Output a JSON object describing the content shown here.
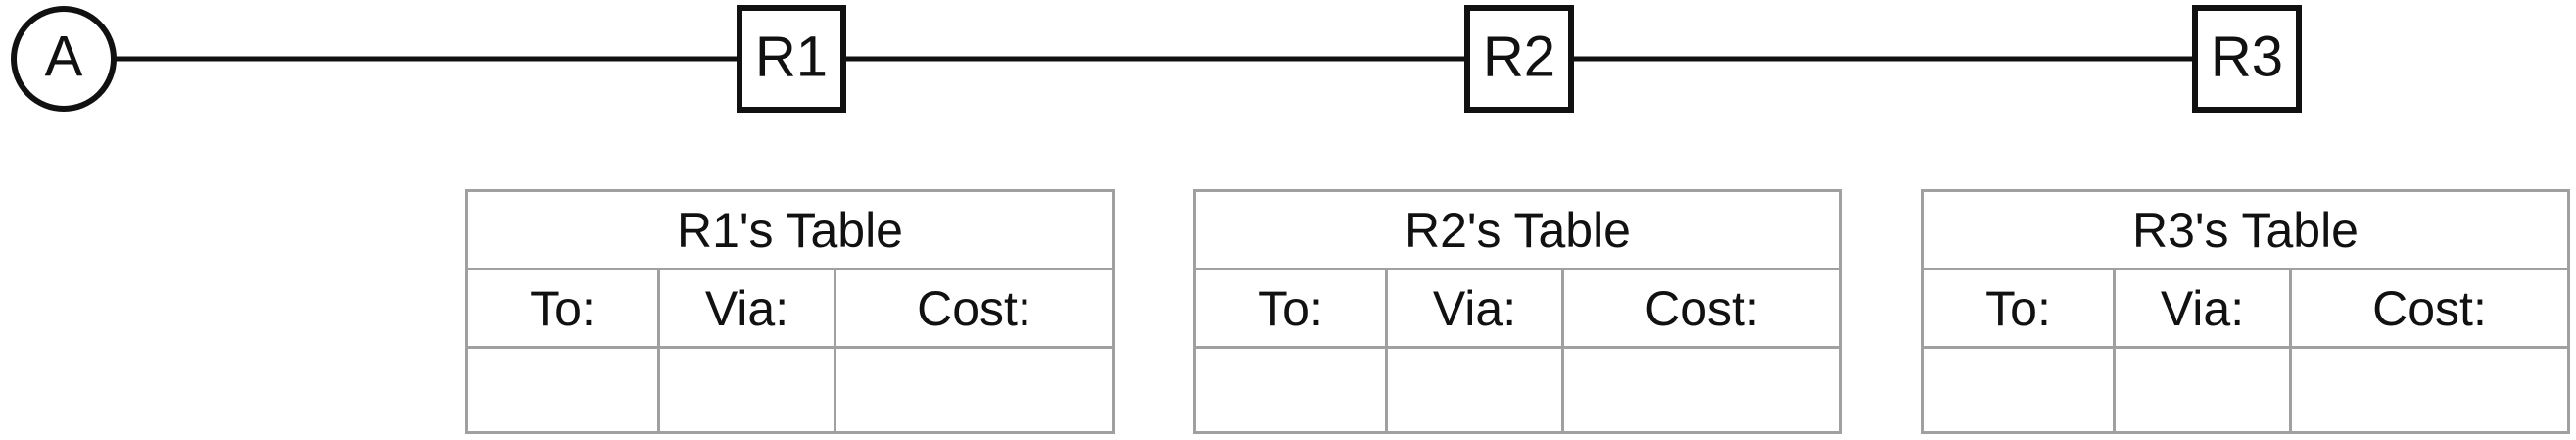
{
  "nodes": {
    "host": "A",
    "routers": [
      "R1",
      "R2",
      "R3"
    ]
  },
  "tables": [
    {
      "title": "R1's Table",
      "headers": [
        "To:",
        "Via:",
        "Cost:"
      ]
    },
    {
      "title": "R2's Table",
      "headers": [
        "To:",
        "Via:",
        "Cost:"
      ]
    },
    {
      "title": "R3's Table",
      "headers": [
        "To:",
        "Via:",
        "Cost:"
      ]
    }
  ],
  "colors": {
    "line": "#111111",
    "table_border": "#a0a0a0"
  }
}
